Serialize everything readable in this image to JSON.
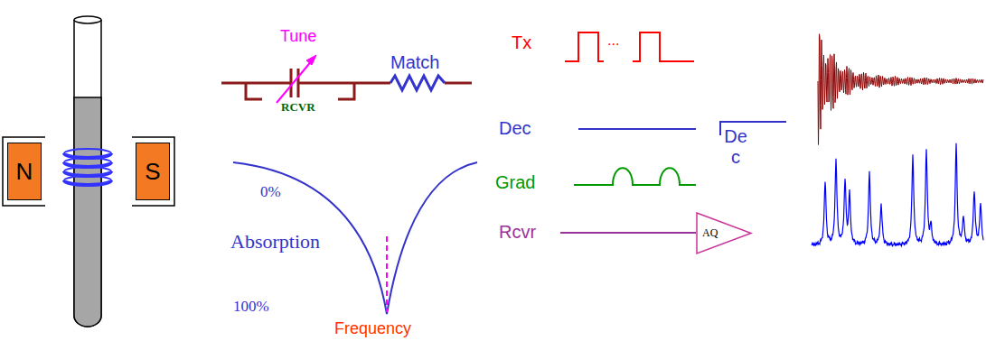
{
  "diagram": {
    "nodes": [
      {
        "text": [
          "N"
        ]
      },
      {
        "text": [
          "S"
        ]
      },
      {
        "text": [
          "AQ"
        ]
      }
    ],
    "labels": [
      "Tune",
      "Match",
      "RCVR",
      "Tx",
      "...",
      "0%",
      "Dec",
      "De c",
      "Absorption",
      "Grad",
      "Rcvr",
      "100%",
      "Frequency"
    ]
  }
}
